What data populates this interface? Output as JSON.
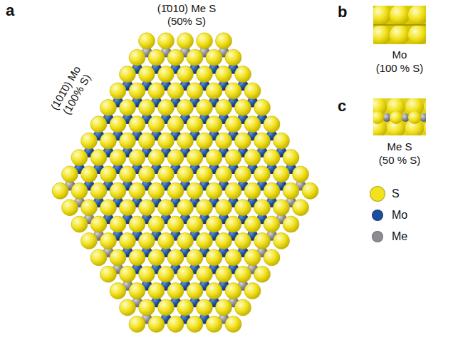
{
  "diagram": {
    "labels": [
      "a",
      "(1̄010) Me S",
      "(50% S)",
      "(101̄0) Mo",
      "(100% S)",
      "b",
      "Mo",
      "(100 % S)",
      "c",
      "Me S",
      "(50 % S)"
    ],
    "legend": [
      {
        "text": "S",
        "color": "#f2e21e"
      },
      {
        "text": "Mo",
        "color": "#1c4e9c"
      },
      {
        "text": "Me",
        "color": "#8c8c94"
      }
    ]
  }
}
